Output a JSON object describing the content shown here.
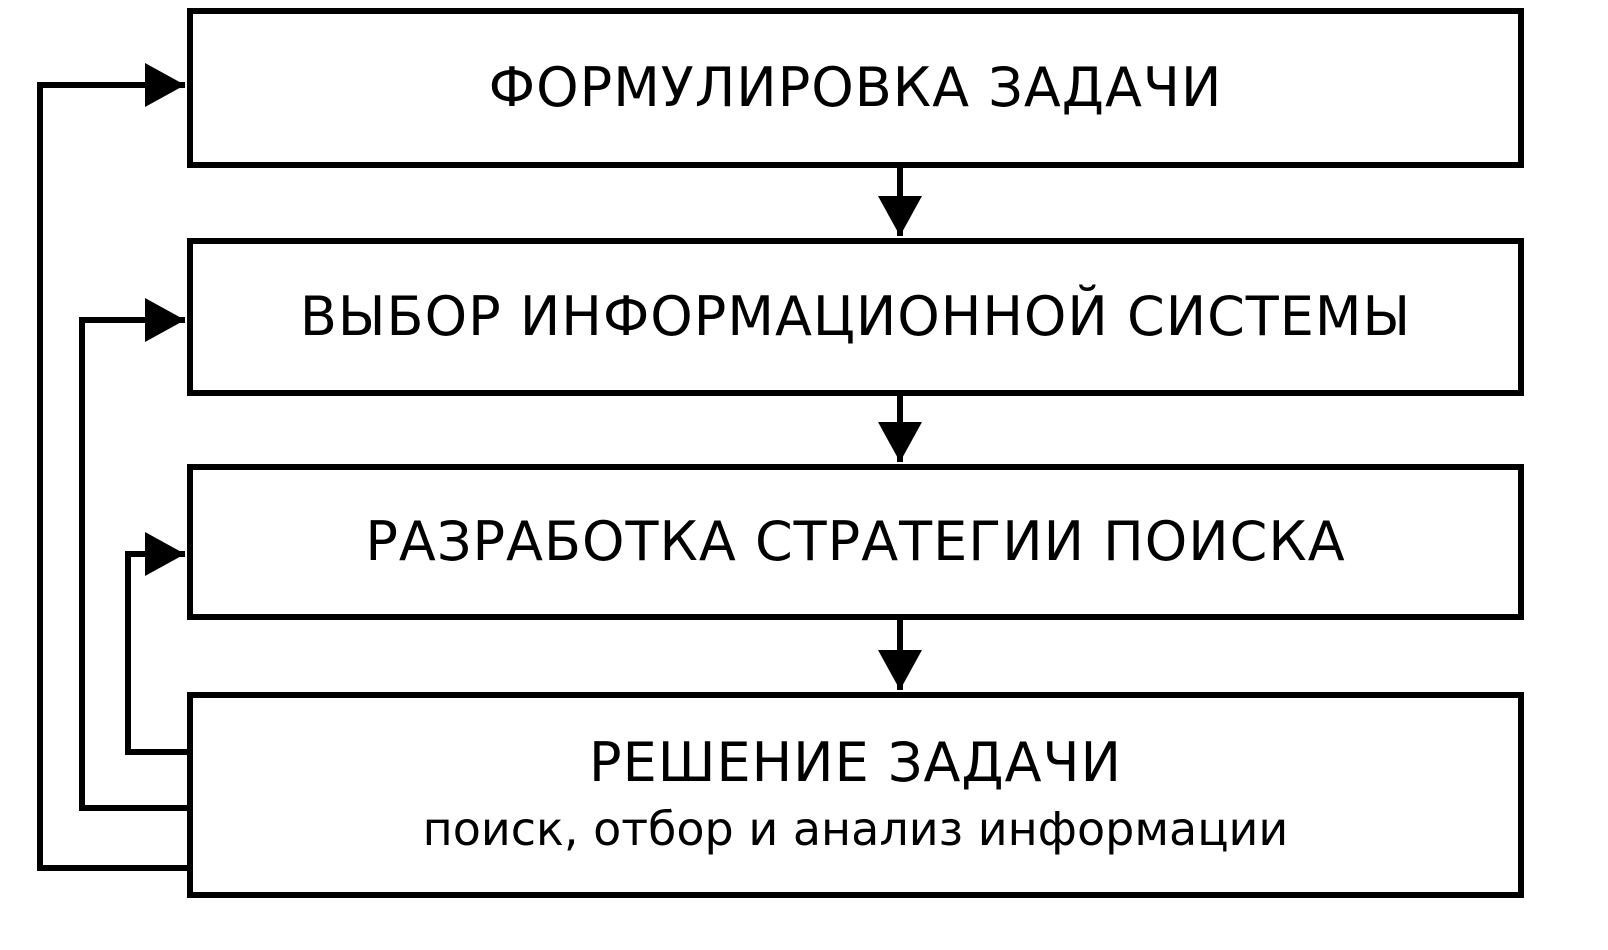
{
  "diagram": {
    "steps": [
      {
        "title": "ФОРМУЛИРОВКА ЗАДАЧИ"
      },
      {
        "title": "ВЫБОР ИНФОРМАЦИОННОЙ СИСТЕМЫ"
      },
      {
        "title": "РАЗРАБОТКА СТРАТЕГИИ ПОИСКА"
      },
      {
        "title": "РЕШЕНИЕ ЗАДАЧИ",
        "subtitle": "поиск, отбор и анализ информации"
      }
    ],
    "line_color": "#000000",
    "background_color": "#ffffff"
  }
}
